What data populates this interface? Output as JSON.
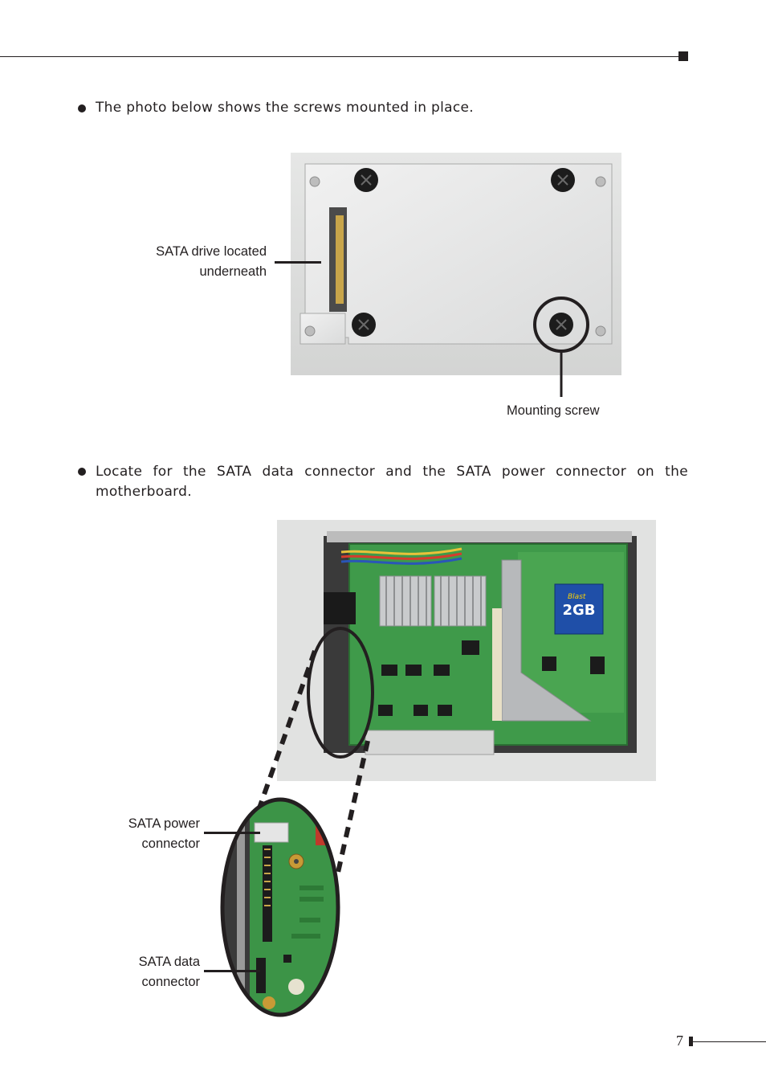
{
  "bullets": [
    {
      "text": "The photo below shows the screws mounted in place."
    },
    {
      "line1": "Locate for the SATA data connector and the SATA power connector on the",
      "line2": "motherboard."
    }
  ],
  "figure1": {
    "label_sata_drive_line1": "SATA drive located",
    "label_sata_drive_line2": "underneath",
    "label_mounting_screw": "Mounting screw"
  },
  "figure2": {
    "label_power_line1": "SATA power",
    "label_power_line2": "connector",
    "label_data_line1": "SATA data",
    "label_data_line2": "connector",
    "cf_card_text": "2GB",
    "cf_brand_text": "Blast"
  },
  "footer": {
    "page_number": "7"
  },
  "colors": {
    "text": "#231f20",
    "board_green": "#3f9a4a",
    "metal": "#d8d9d8"
  }
}
